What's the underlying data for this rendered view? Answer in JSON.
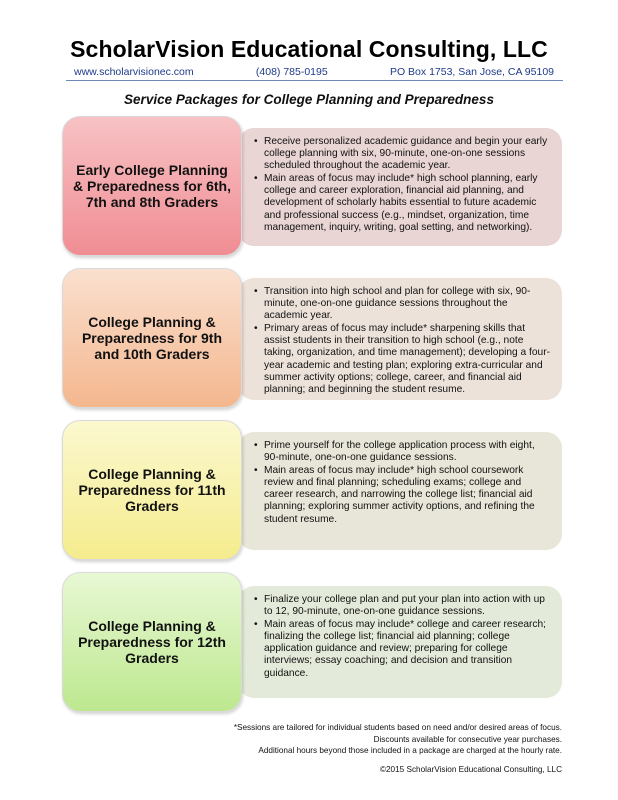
{
  "header": {
    "company": "ScholarVision Educational Consulting, LLC",
    "website": "www.scholarvisionec.com",
    "phone": "(408) 785-0195",
    "address": "PO Box 1753, San Jose, CA 95109"
  },
  "subtitle": "Service Packages for College Planning and Preparedness",
  "packages": [
    {
      "title": "Early College Planning & Preparedness for 6th, 7th and 8th Graders",
      "bullets": [
        "Receive personalized academic guidance and begin your early college planning with six, 90-minute, one-on-one sessions scheduled throughout the academic year.",
        "Main areas of focus may include* high school planning, early college and career exploration, financial aid planning, and development of scholarly habits essential to future academic and professional success (e.g., mindset, organization, time management, inquiry, writing, goal setting, and networking)."
      ]
    },
    {
      "title": "College Planning & Preparedness for 9th and 10th Graders",
      "bullets": [
        "Transition into high school and plan for college with six, 90-minute, one-on-one guidance sessions throughout the academic year.",
        "Primary areas of focus may include* sharpening skills that assist students in their transition to high school (e.g., note taking, organization, and time management); developing a four-year academic and testing plan; exploring extra-curricular and summer activity options; college, career, and financial aid planning; and beginning the student resume."
      ]
    },
    {
      "title": "College Planning & Preparedness for 11th Graders",
      "bullets": [
        "Prime yourself for the college application process with eight, 90-minute, one-on-one guidance sessions.",
        "Main areas of focus may include* high school coursework review and final planning; scheduling exams; college and career research, and narrowing the college list; financial aid planning; exploring summer activity options, and refining the student resume."
      ]
    },
    {
      "title": "College Planning & Preparedness for 12th Graders",
      "bullets": [
        "Finalize your college plan and put your plan into action with up to 12, 90-minute, one-on-one guidance sessions.",
        "Main areas of focus may include* college and career research; finalizing the college list; financial aid planning; college application guidance and review; preparing for college interviews; essay coaching; and decision and transition guidance."
      ]
    }
  ],
  "footer": {
    "note1": "*Sessions are tailored for individual students based on need and/or desired areas of focus.",
    "note2": "Discounts available for consecutive year purchases.",
    "note3": "Additional hours beyond those included in a package are charged at the hourly rate.",
    "copyright": "©2015 ScholarVision Educational Consulting, LLC"
  },
  "colors": {
    "pkg1_title": "#f29aa0",
    "pkg1_desc": "#ead5d5",
    "pkg2_title": "#f6c4a4",
    "pkg2_desc": "#ece2da",
    "pkg3_title": "#f8f2a8",
    "pkg3_desc": "#e8e6d8",
    "pkg4_title": "#cdefa6",
    "pkg4_desc": "#e4ead9"
  }
}
